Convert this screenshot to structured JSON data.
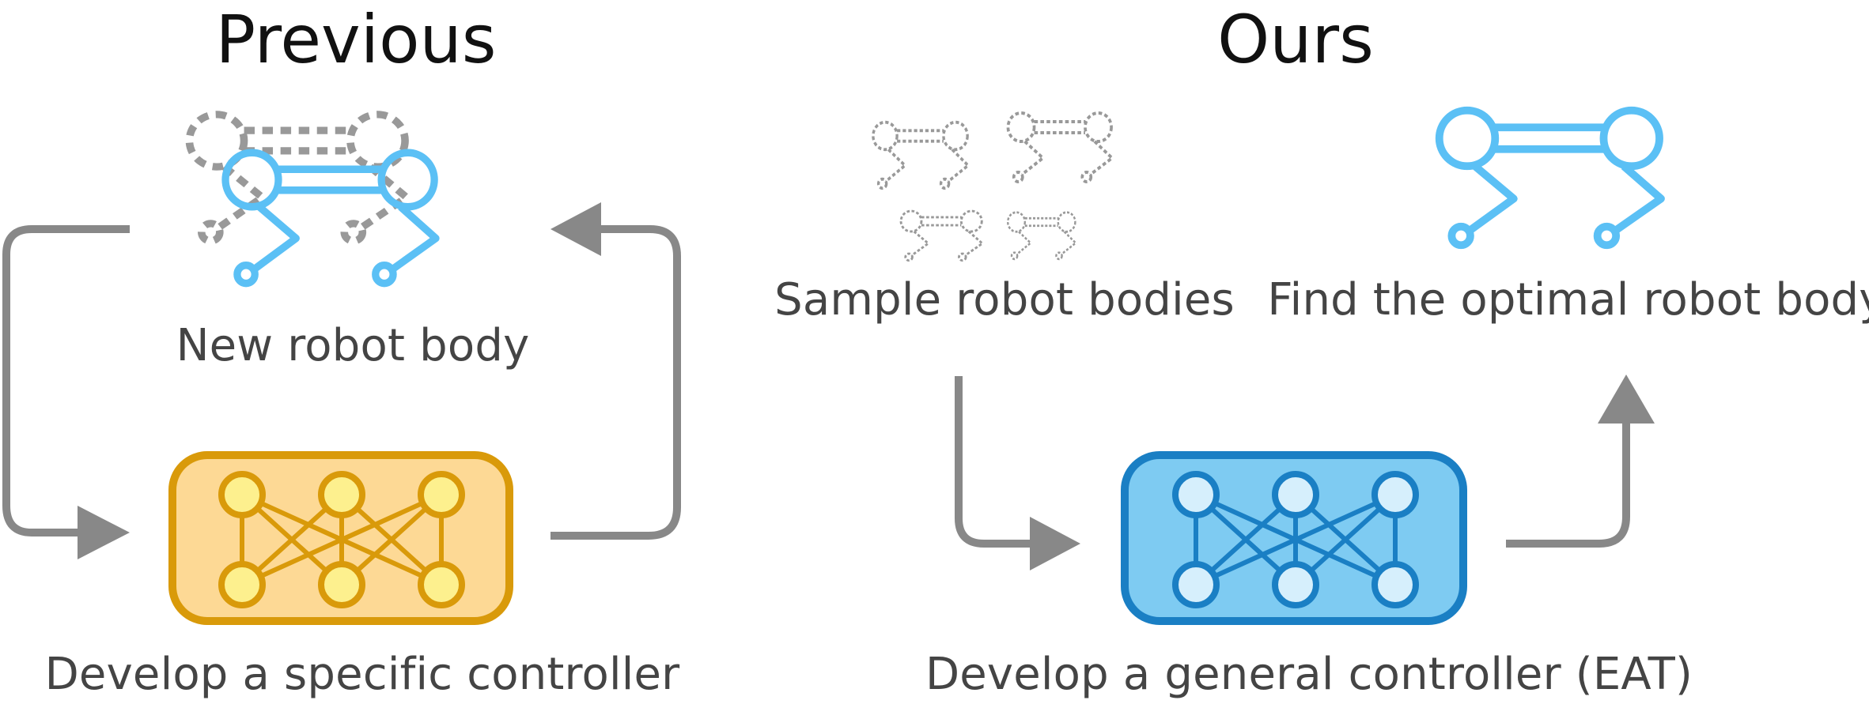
{
  "left": {
    "heading": "Previous",
    "robot_caption": "New robot body",
    "controller_caption": "Develop a specific controller"
  },
  "right": {
    "heading": "Ours",
    "sample_caption": "Sample robot bodies",
    "optimal_caption": "Find the optimal robot body",
    "controller_caption": "Develop a general controller (EAT)"
  },
  "colors": {
    "arrow": "#888888",
    "robot": "#5bc0f5",
    "dashed_robot": "#999999",
    "specific_controller_fill": "#fdd995",
    "specific_controller_stroke": "#d99a0a",
    "specific_node_fill": "#fdf08e",
    "general_controller_fill": "#7ecbf2",
    "general_controller_stroke": "#1a7fc4",
    "general_node_fill": "#d6effc"
  },
  "icons": {
    "robot": "robot-body-icon",
    "network": "neural-network-icon"
  }
}
